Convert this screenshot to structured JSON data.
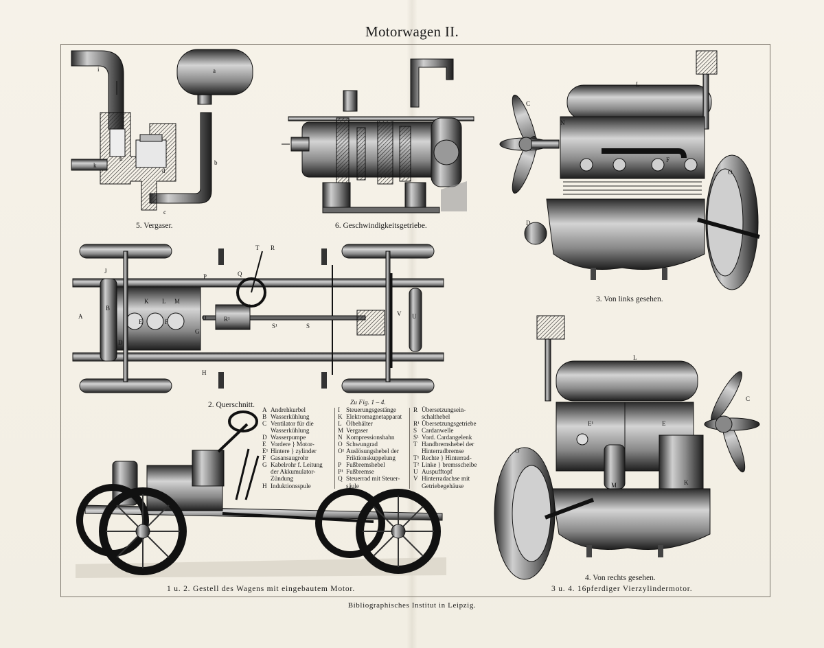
{
  "plate": {
    "title": "Motorwagen II.",
    "publisher": "Bibliographisches Institut in Leipzig."
  },
  "figures": {
    "carburetor": {
      "caption": "5. Vergaser."
    },
    "gearbox": {
      "caption": "6. Geschwindigkeitsgetriebe."
    },
    "engine_left": {
      "caption": "3. Von links gesehen."
    },
    "cross_section": {
      "caption": "2. Querschnitt."
    },
    "engine_right": {
      "caption": "4. Von rechts gesehen."
    },
    "chassis": {
      "caption": "1 u. 2. Gestell des Wagens mit eingebautem Motor."
    },
    "engine_series": {
      "caption": "3 u. 4. 16pferdiger Vierzylindermotor."
    }
  },
  "legend": {
    "heading": "Zu Fig. 1 – 4.",
    "col1": [
      {
        "k": "A",
        "t": "Andrehkurbel"
      },
      {
        "k": "B",
        "t": "Wasserkühlung"
      },
      {
        "k": "C",
        "t": "Ventilator für die"
      },
      {
        "k": "",
        "t": "Wasserkühlung"
      },
      {
        "k": "D",
        "t": "Wasserpumpe"
      },
      {
        "k": "E",
        "t": "Vordere } Motor-"
      },
      {
        "k": "E¹",
        "t": "Hintere } zylinder"
      },
      {
        "k": "F",
        "t": "Gasansaugrohr"
      },
      {
        "k": "G",
        "t": "Kabelrohr f. Leitung"
      },
      {
        "k": "",
        "t": "der Akkumulator-"
      },
      {
        "k": "",
        "t": "Zündung"
      },
      {
        "k": "H",
        "t": "Induktionsspule"
      }
    ],
    "col2": [
      {
        "k": "I",
        "t": "Steuerungsgestänge"
      },
      {
        "k": "K",
        "t": "Elektromagnetapparat"
      },
      {
        "k": "L",
        "t": "Ölbehälter"
      },
      {
        "k": "M",
        "t": "Vergaser"
      },
      {
        "k": "N",
        "t": "Kompressionshahn"
      },
      {
        "k": "O",
        "t": "Schwungrad"
      },
      {
        "k": "O¹",
        "t": "Auslösungshebel der"
      },
      {
        "k": "",
        "t": "Friktionskuppelung"
      },
      {
        "k": "P",
        "t": "Fußbremshebel"
      },
      {
        "k": "P¹",
        "t": "Fußbremse"
      },
      {
        "k": "Q",
        "t": "Steuerrad mit Steuer-"
      },
      {
        "k": "",
        "t": "säule"
      }
    ],
    "col3": [
      {
        "k": "R",
        "t": "Übersetzungsein-"
      },
      {
        "k": "",
        "t": "schalthebel"
      },
      {
        "k": "R¹",
        "t": "Übersetzungsgetriebe"
      },
      {
        "k": "S",
        "t": "Cardanwelle"
      },
      {
        "k": "S¹",
        "t": "Vord. Cardangelenk"
      },
      {
        "k": "T",
        "t": "Handbremshebel der"
      },
      {
        "k": "",
        "t": "Hinterradbremse"
      },
      {
        "k": "T¹",
        "t": "Rechte } Hinterrad-"
      },
      {
        "k": "T²",
        "t": "Linke } bremsscheibe"
      },
      {
        "k": "U",
        "t": "Auspufftopf"
      },
      {
        "k": "V",
        "t": "Hinterradachse mit"
      },
      {
        "k": "",
        "t": "Getriebegehäuse"
      }
    ]
  },
  "labels": {
    "carb": [
      "a",
      "b",
      "c",
      "d",
      "h",
      "i",
      "k"
    ],
    "engine_left": [
      "C",
      "L",
      "N",
      "F",
      "O",
      "D"
    ],
    "engine_right": [
      "L",
      "C",
      "E¹",
      "E",
      "M",
      "K",
      "O"
    ],
    "section": [
      "A",
      "B",
      "D",
      "E",
      "F",
      "G",
      "H",
      "K",
      "L",
      "M",
      "O",
      "P",
      "Q",
      "R",
      "R¹",
      "S",
      "S¹",
      "T",
      "U",
      "V",
      "J"
    ]
  }
}
